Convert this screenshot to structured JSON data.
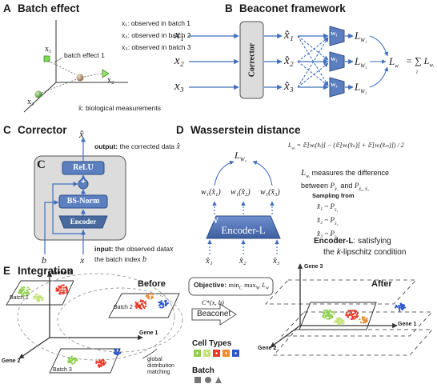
{
  "panels": {
    "a": {
      "letter": "A",
      "title": "Batch effect",
      "legend": [
        "x₁: observed in batch 1",
        "x₂: observed in batch 2",
        "x₃: observed in batch 3"
      ],
      "batch_effect_label": "batch effect 1",
      "x1": "x₁",
      "x2": "x₂",
      "x3": "x₃",
      "xhat_label": "x̂: biological measurements"
    },
    "b": {
      "letter": "B",
      "title": "Beaconet framework",
      "corrector": "Corrector",
      "inputs": [
        "x₁",
        "x₂",
        "x₃"
      ],
      "outputs": [
        "x̂₁",
        "x̂₂",
        "x̂₃"
      ],
      "critics": [
        "W₁",
        "W₂",
        "W₃"
      ],
      "losses": [
        "L",
        "L",
        "L"
      ],
      "loss_subs": [
        "W₁",
        "W₂",
        "W₃"
      ],
      "total_loss": "L",
      "total_loss_sub": "w",
      "sum_part": "= ∑ L",
      "sum_sub": "wᵢ",
      "sum_index": "i"
    },
    "c": {
      "letter": "C",
      "title": "Corrector",
      "box_letter": "C",
      "xhat": "x̂",
      "output_bold": "output:",
      "output_rest": "the corrected data",
      "output_var": "x̂",
      "relu": "ReLU",
      "plus": "+",
      "bsnorm": "BS-Norm",
      "encoder": "Encoder",
      "input_bold": "input:",
      "input_rest1": "the observed data",
      "input_var1": "x",
      "input_rest2": "the batch index",
      "input_var2": "b",
      "b": "b",
      "x": "x"
    },
    "d": {
      "letter": "D",
      "title": "Wasserstein distance",
      "formula": "L",
      "formula_sub": "wᵢ",
      "formula_rhs": "= 𝔼[wᵢ(x̂ₗ)] − (𝔼[wᵢ(x̂ₖ)] + 𝔼[wᵢ(x̂ₘ)]) / 2",
      "lw_top": "L",
      "lw_top_sub": "W₁",
      "measures_sub": "wᵢ",
      "measures1": "measures the difference",
      "measures2": "between",
      "p1": "P",
      "p1_sub": "x̂₁",
      "and": "and",
      "p2": "P",
      "p2_sub": "x̂₂, x̂₃",
      "sampling": "Sampling from",
      "samples": [
        "x̂₁ ~ P",
        "x̂₂ ~ P",
        "x̂₃ ~ P"
      ],
      "sample_subs": [
        "x̂₁",
        "x̂₂",
        "x̂₃"
      ],
      "critic_outputs": [
        "w₁(x̂₁)",
        "w₁(x̂₂)",
        "w₁(x̂₃)"
      ],
      "w_label": "W",
      "encoder_l": "Encoder-L",
      "inputs": [
        "x̂₁",
        "x̂₂",
        "x̂₃"
      ],
      "enc_note_bold": "Encoder-L",
      "enc_note_rest": ": satisfying",
      "enc_note2_pre": "the",
      "enc_note2_k": "k",
      "enc_note2_post": "-lipschitz condition"
    },
    "e": {
      "letter": "E",
      "title": "Integration",
      "gene3_left": "Gene 3",
      "gene1_left": "Gene 1",
      "gene2_left": "Gene 2",
      "before": "Before",
      "after": "After",
      "batch1": "Batch 1",
      "batch2": "Batch 2",
      "batch3": "Batch 3",
      "objective_bold": "Objective:",
      "objective_min": "min",
      "objective_min_sub": "C",
      "objective_max": "max",
      "objective_max_sub": "W",
      "objective_L": "L",
      "objective_L_sub": "w",
      "cstar": "C*(x, b)",
      "beaconet": "Beaconet",
      "cell_types": "Cell Types",
      "batch_legend": "Batch",
      "global1": "global",
      "global2": "distribution",
      "global3": "matching",
      "gene3_right": "Gene 3",
      "gene1_right": "Gene 1",
      "gene2_right": "Gene 2"
    }
  },
  "colors": {
    "arrow_blue": "#3f6fbe",
    "dark_blue": "#4a6a9e",
    "box_blue": "#5b7fbf",
    "corrector_gray": "#dcdcdc",
    "cell_green": "#8fcf4c",
    "cell_red": "#e83a2a",
    "cell_blue": "#2d56c8",
    "cell_orange": "#f08a30",
    "light_green": "#c4e27a"
  }
}
